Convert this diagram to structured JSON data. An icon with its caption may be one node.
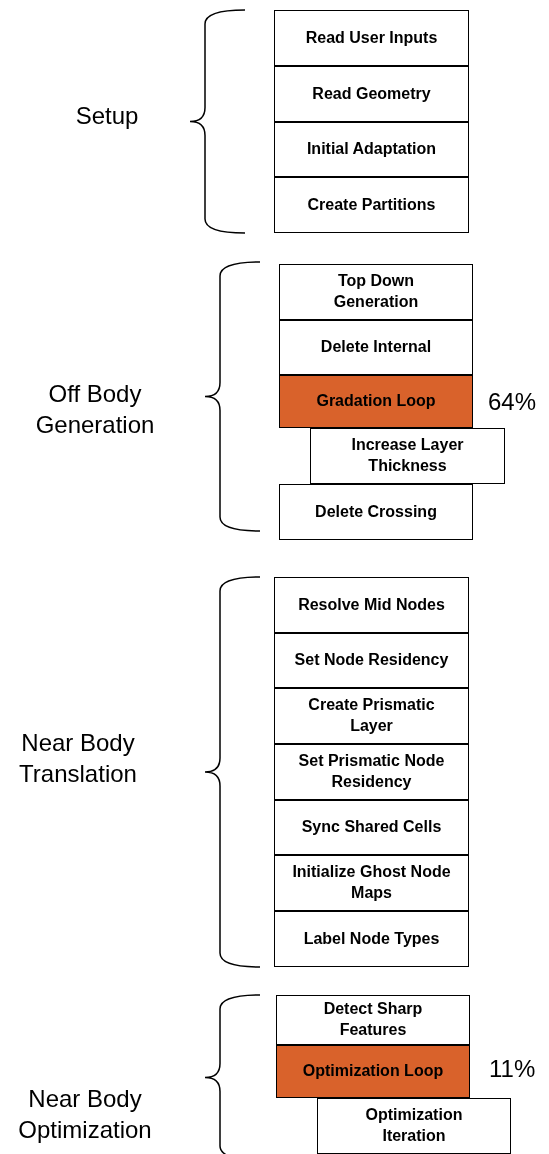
{
  "diagram": {
    "nodes": [
      {
        "text": [
          "Read User Inputs"
        ]
      },
      {
        "text": [
          "Read Geometry"
        ]
      },
      {
        "text": [
          "Initial Adaptation"
        ]
      },
      {
        "text": [
          "Create Partitions"
        ]
      },
      {
        "text": [
          "Top Down Generation"
        ]
      },
      {
        "text": [
          "Delete Internal"
        ]
      },
      {
        "text": [
          "Gradation Loop"
        ],
        "beside": [
          "64%"
        ]
      },
      {
        "text": [
          "Increase Layer Thickness"
        ]
      },
      {
        "text": [
          "Delete Crossing"
        ]
      },
      {
        "text": [
          "Resolve Mid Nodes"
        ]
      },
      {
        "text": [
          "Set Node Residency"
        ]
      },
      {
        "text": [
          "Create Prismatic Layer"
        ]
      },
      {
        "text": [
          "Set Prismatic Node Residency"
        ]
      },
      {
        "text": [
          "Sync Shared Cells"
        ]
      },
      {
        "text": [
          "Initialize Ghost Node Maps"
        ]
      },
      {
        "text": [
          "Label Node Types"
        ]
      },
      {
        "text": [
          "Detect Sharp Features"
        ]
      },
      {
        "text": [
          "Optimization Loop"
        ],
        "beside": [
          "11%"
        ]
      },
      {
        "text": [
          "Optimization Iteration"
        ]
      }
    ],
    "labels": [
      "Setup",
      "Off Body Generation",
      "Near Body Translation",
      "Near Body Optimization"
    ]
  }
}
